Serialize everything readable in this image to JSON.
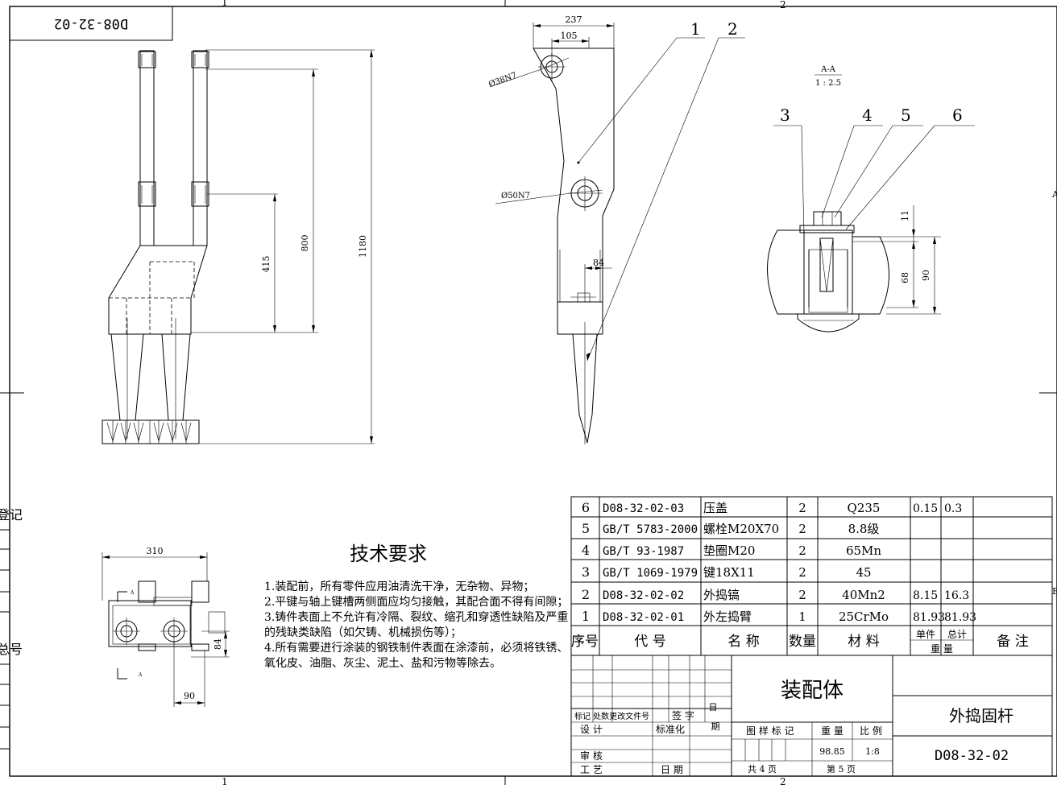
{
  "drawing_number_mirrored": "D08-32-02",
  "zone_labels": {
    "top1": "1",
    "top2": "2",
    "bottom1": "1",
    "bottom2": "2",
    "right_a": "A",
    "right_b": "B"
  },
  "left_margin": {
    "label1": "登记",
    "label2": "总号"
  },
  "dimensions": {
    "front": {
      "h415": "415",
      "h800": "800",
      "h1180": "1180"
    },
    "side": {
      "w237": "237",
      "w105": "105",
      "d38": "Ø38N7",
      "d50": "Ø50N7",
      "w84": "84"
    },
    "top": {
      "w310": "310",
      "h84": "84",
      "w90": "90",
      "sect1": "A",
      "sect2": "A"
    },
    "section": {
      "title": "A-A",
      "scale": "1 : 2.5",
      "d11": "11",
      "d68": "68",
      "d90": "90"
    }
  },
  "balloons": {
    "b1": "1",
    "b2": "2",
    "b3": "3",
    "b4": "4",
    "b5": "5",
    "b6": "6"
  },
  "tech_requirements": {
    "title": "技术要求",
    "lines": [
      "1.装配前，所有零件应用油清洗干净，无杂物、异物；",
      "2.平键与轴上键槽两侧面应均匀接触，其配合面不得有间隙；",
      "3.铸件表面上不允许有冷隔、裂纹、缩孔和穿透性缺陷及严重",
      "的残缺类缺陷（如欠铸、机械损伤等）；",
      "4.所有需要进行涂装的钢铁制件表面在涂漆前，必须将铁锈、",
      "氧化皮、油脂、灰尘、泥土、盐和污物等除去。"
    ]
  },
  "bom": {
    "rows": [
      {
        "no": "6",
        "code": "D08-32-02-03",
        "name": "压盖",
        "qty": "2",
        "material": "Q235",
        "unit": "0.15",
        "total": "0.3"
      },
      {
        "no": "5",
        "code": "GB/T 5783-2000",
        "name": "螺栓M20X70",
        "qty": "2",
        "material": "8.8级",
        "unit": "",
        "total": ""
      },
      {
        "no": "4",
        "code": "GB/T 93-1987",
        "name": "垫圈M20",
        "qty": "2",
        "material": "65Mn",
        "unit": "",
        "total": ""
      },
      {
        "no": "3",
        "code": "GB/T 1069-1979",
        "name": "键18X11",
        "qty": "2",
        "material": "45",
        "unit": "",
        "total": ""
      },
      {
        "no": "2",
        "code": "D08-32-02-02",
        "name": "外捣镐",
        "qty": "2",
        "material": "40Mn2",
        "unit": "8.15",
        "total": "16.3"
      },
      {
        "no": "1",
        "code": "D08-32-02-01",
        "name": "外左捣臂",
        "qty": "1",
        "material": "25CrMo",
        "unit": "81.93",
        "total": "81.93"
      }
    ],
    "header": {
      "no": "序号",
      "code": "代  号",
      "name": "名  称",
      "qty": "数量",
      "material": "材  料",
      "unit": "单件",
      "total": "总计",
      "weight": "重  量",
      "remark": "备  注"
    }
  },
  "title_block": {
    "name": "装配体",
    "part": "外捣固杆",
    "number": "D08-32-02",
    "mark_label": "标记 处数更改文件号",
    "sign": "签 字",
    "date1": "日",
    "date2": "期",
    "design": "设 计",
    "standard": "标准化",
    "review": "审 核",
    "craft": "工 艺",
    "date3": "日 期",
    "pattern": "图 样 标 记",
    "weight_lbl": "重 量",
    "scale_lbl": "比 例",
    "weight": "98.85",
    "scale": "1:8",
    "total_pages": "共   4   页",
    "page": "第   5   页"
  }
}
